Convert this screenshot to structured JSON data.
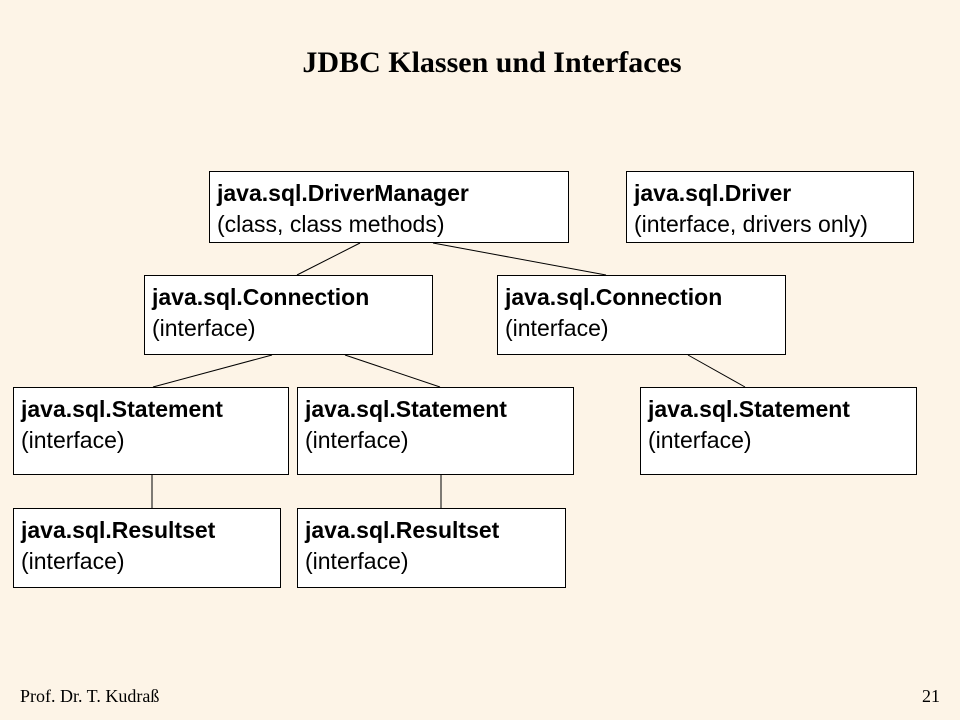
{
  "title": "JDBC Klassen und Interfaces",
  "nodes": {
    "driver_manager": {
      "name": "java.sql.DriverManager",
      "kind": "(class, class methods)"
    },
    "driver": {
      "name": "java.sql.Driver",
      "kind": "(interface, drivers only)"
    },
    "connection_1": {
      "name": "java.sql.Connection",
      "kind": "(interface)"
    },
    "connection_2": {
      "name": "java.sql.Connection",
      "kind": "(interface)"
    },
    "statement_1": {
      "name": "java.sql.Statement",
      "kind": "(interface)"
    },
    "statement_2": {
      "name": "java.sql.Statement",
      "kind": "(interface)"
    },
    "statement_3": {
      "name": "java.sql.Statement",
      "kind": "(interface)"
    },
    "resultset_1": {
      "name": "java.sql.Resultset",
      "kind": "(interface)"
    },
    "resultset_2": {
      "name": "java.sql.Resultset",
      "kind": "(interface)"
    }
  },
  "edges": [
    [
      "driver_manager",
      "connection_1"
    ],
    [
      "driver_manager",
      "connection_2"
    ],
    [
      "connection_1",
      "statement_1"
    ],
    [
      "connection_1",
      "statement_2"
    ],
    [
      "connection_2",
      "statement_3"
    ],
    [
      "statement_1",
      "resultset_1"
    ],
    [
      "statement_2",
      "resultset_2"
    ]
  ],
  "footer": {
    "author": "Prof. Dr. T. Kudraß",
    "page": "21"
  }
}
